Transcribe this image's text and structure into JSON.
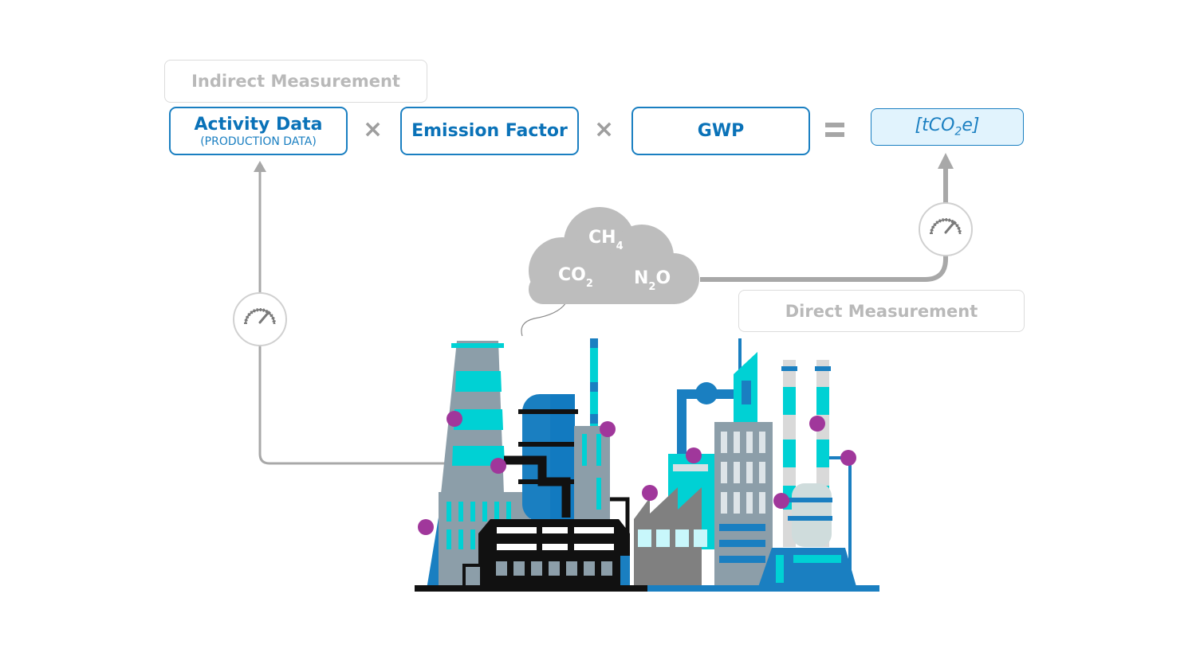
{
  "labels": {
    "indirect": "Indirect Measurement",
    "direct": "Direct Measurement"
  },
  "equation": {
    "activity_data": {
      "title": "Activity Data",
      "subtitle": "(PRODUCTION DATA)"
    },
    "times_1": "×",
    "emission_factor": "Emission Factor",
    "times_2": "×",
    "gwp": "GWP",
    "equals": "=",
    "result": {
      "prefix": "[tCO",
      "sub": "2",
      "suffix": "e]"
    }
  },
  "gases": {
    "ch4": {
      "base": "CH",
      "sub": "4"
    },
    "co2": {
      "base": "CO",
      "sub": "2"
    },
    "n2o": {
      "base": "N",
      "sub": "2",
      "tail": "O"
    }
  },
  "icons": {
    "indirect_meter": "gauge-icon",
    "direct_meter": "gauge-icon",
    "cloud": "emission-cloud-icon",
    "factory": "industrial-plant-illustration"
  },
  "colors": {
    "primary_blue": "#1a7fc1",
    "dark_blue": "#0a72b8",
    "cyan": "#00d1d4",
    "gray": "#8c9ea9",
    "connector": "#a8a8a8",
    "sensor": "#a0379b",
    "result_fill": "#e1f3fd"
  }
}
